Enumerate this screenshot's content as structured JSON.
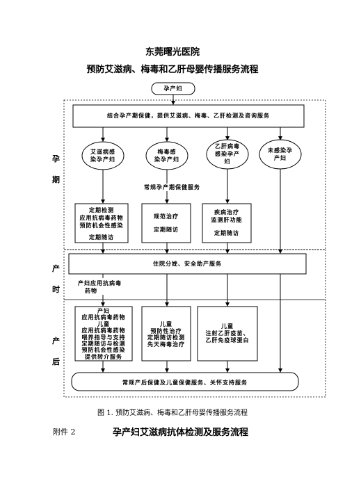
{
  "header": {
    "hospital": "东莞曙光医院",
    "title": "预防艾滋病、梅毒和乙肝母婴传播服务流程"
  },
  "flow": {
    "start": "孕产妇",
    "phases": {
      "pregnancy": [
        "孕",
        "期"
      ],
      "delivery": [
        "产",
        "时"
      ],
      "postpartum": [
        "产",
        "后"
      ]
    },
    "integrated_service": "结合孕产期保健，提供艾滋病、梅毒、乙肝检测及咨询服务",
    "groups": {
      "hiv": [
        "艾滋病感",
        "染孕产妇"
      ],
      "syphilis": [
        "梅毒感",
        "染孕产妇"
      ],
      "hbv": [
        "乙肝病毒",
        "感染孕产",
        "妇"
      ],
      "uninfected": [
        "未感染孕",
        "产妇"
      ]
    },
    "routine_care": "常规孕产期保健服务",
    "hiv_pregnancy": [
      "定期检测",
      "应用抗病毒药物",
      "预防机会性感染",
      "",
      "定期随访"
    ],
    "syphilis_pregnancy": [
      "规范治疗",
      "",
      "定期随访"
    ],
    "hbv_pregnancy": [
      "疾病治疗",
      "监测肝功能",
      "",
      "定期随访"
    ],
    "delivery_service": "住院分娩、安全助产服务",
    "delivery_hiv": [
      "产妇应用抗病毒",
      "药物"
    ],
    "post_hiv": [
      "产妇",
      "应用抗病毒药物",
      "儿童",
      "应用抗病毒药物",
      "喂养指导与支持",
      "定期随访与检测",
      "预防机会性感染",
      "提供转介服务"
    ],
    "post_syphilis": [
      "儿童",
      "预防性治疗",
      "定期随访检测",
      "先天梅毒治疗"
    ],
    "post_hbv": [
      "儿童",
      "注射乙肝疫苗、",
      "乙肝免疫球蛋白"
    ],
    "postpartum_routine": "常规产后保健及儿童保健服务、关怀支持服务"
  },
  "figure_caption": "图 1.  预防艾滋病、梅毒和乙肝母婴传播服务流程",
  "appendix": {
    "label": "附件 2",
    "title": "孕产妇艾滋病抗体检测及服务流程"
  }
}
